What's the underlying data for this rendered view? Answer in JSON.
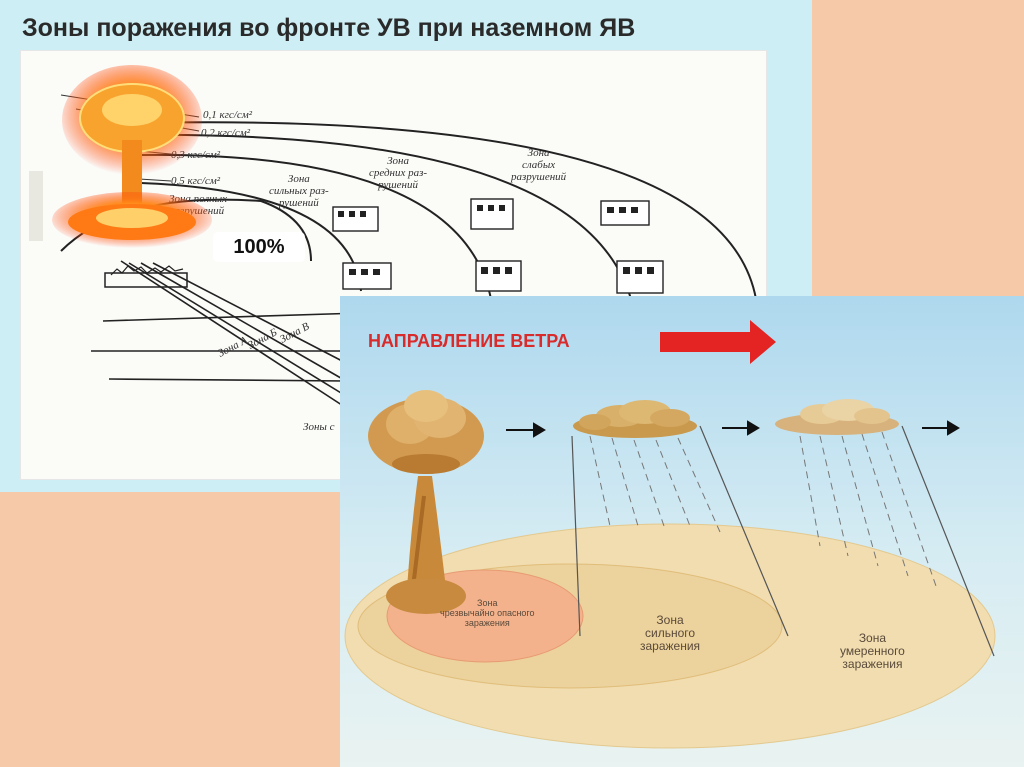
{
  "title": "Зоны поражения во фронте УВ при наземном ЯВ",
  "pressure_labels": [
    "0,1 кгс/см²",
    "0,2 кгс/см²",
    "0,3 кгс/см²",
    "0,5 кгс/см²"
  ],
  "zones": {
    "full": [
      "Зона полных",
      "разрушений"
    ],
    "strong": [
      "Зона",
      "сильных раз-",
      "рушений"
    ],
    "medium": [
      "Зона",
      "средних раз-",
      "рушений"
    ],
    "weak": [
      "Зона",
      "слабых",
      "разрушений"
    ]
  },
  "fallout_letters": [
    "Зона А",
    "Зона Б",
    "Зона В"
  ],
  "figure_caption": "Зоны с",
  "badge": "100%",
  "wind_direction": "НАПРАВЛЕНИЕ ВЕТРА",
  "contamination_zones": {
    "extreme": [
      "Зона",
      "чрезвычайно опасного",
      "заражения"
    ],
    "strong": [
      "Зона",
      "сильного",
      "заражения"
    ],
    "moderate": [
      "Зона",
      "умеренного",
      "заражения"
    ]
  },
  "colors": {
    "wind_arrow": "#e42323",
    "zone_outer": "#f1ddb0",
    "zone_mid": "#ecd29c",
    "zone_core": "#f3b28c",
    "fireball": "#ff6a00"
  }
}
